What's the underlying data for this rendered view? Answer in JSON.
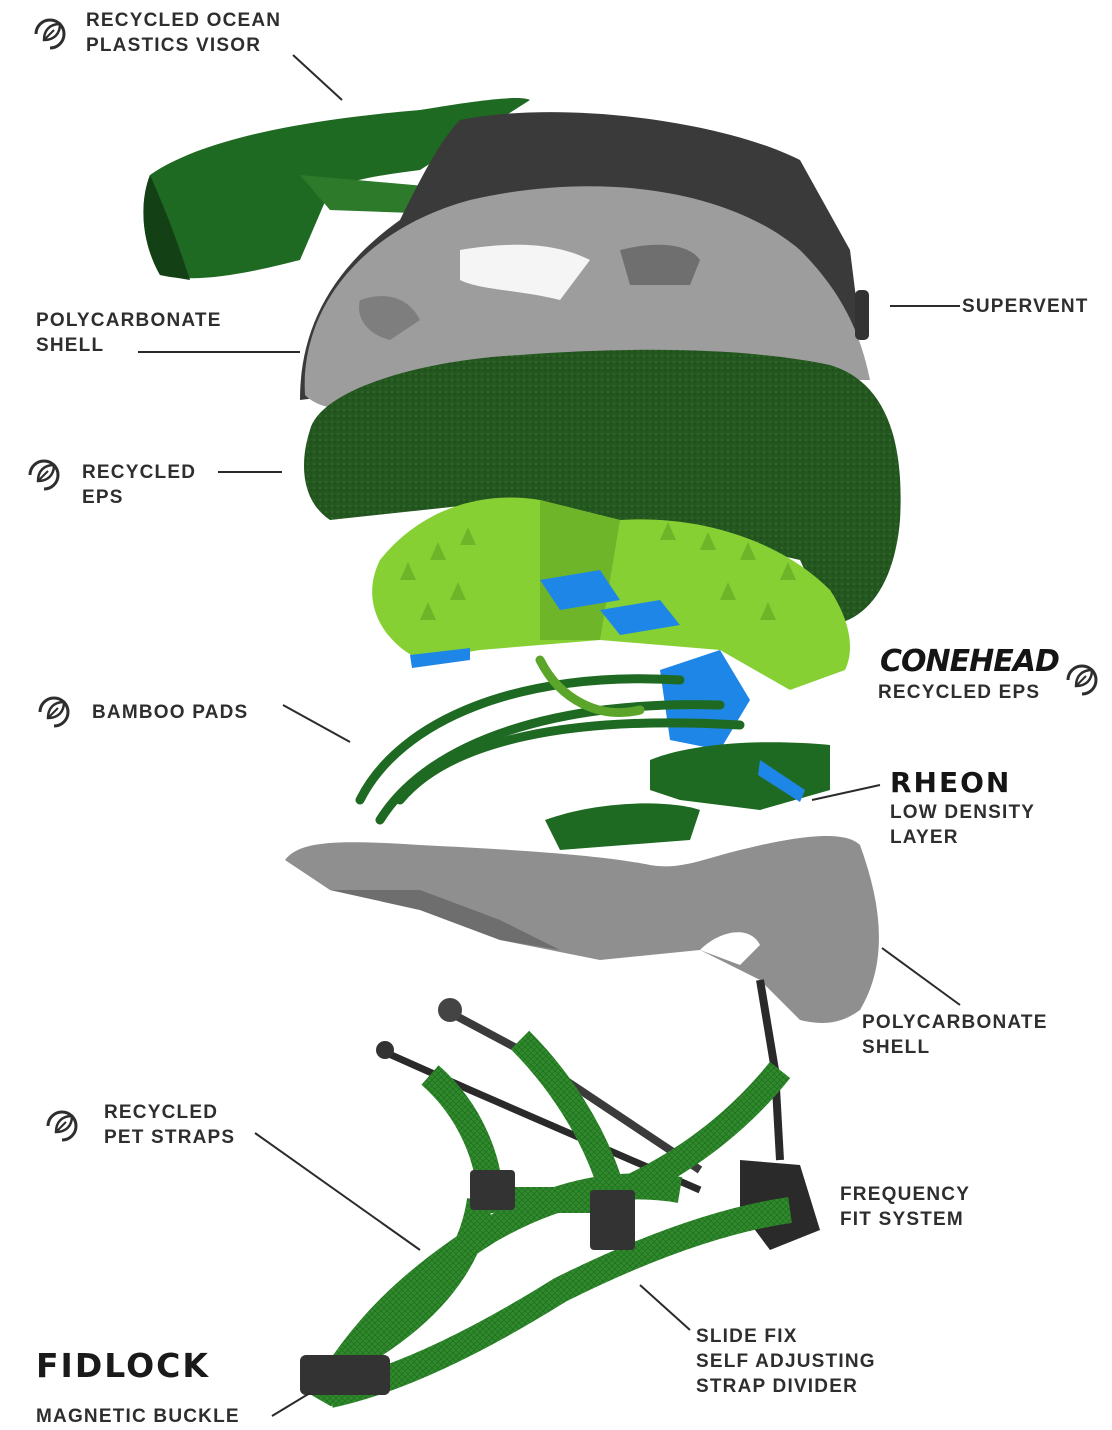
{
  "labels": {
    "visor": [
      "RECYCLED OCEAN",
      "PLASTICS VISOR"
    ],
    "shell_top": [
      "POLYCARBONATE",
      "SHELL"
    ],
    "supervent": [
      "SUPERVENT"
    ],
    "eps": [
      "RECYCLED",
      "EPS"
    ],
    "bamboo": [
      "BAMBOO PADS"
    ],
    "conehead_sub": [
      "RECYCLED EPS"
    ],
    "rheon_sub": [
      "LOW DENSITY",
      "LAYER"
    ],
    "shell_bottom": [
      "POLYCARBONATE",
      "SHELL"
    ],
    "straps": [
      "RECYCLED",
      "PET STRAPS"
    ],
    "fit": [
      "FREQUENCY",
      "FIT SYSTEM"
    ],
    "slide": [
      "SLIDE FIX",
      "SELF ADJUSTING",
      "STRAP DIVIDER"
    ],
    "buckle": [
      "MAGNETIC BUCKLE"
    ]
  },
  "brands": {
    "conehead": "CONEHEAD",
    "rheon": "RHEON",
    "fidlock": "FIDLOCK"
  },
  "icons": {
    "eco": "recycled-leaf-icon"
  },
  "colors": {
    "dark_green": "#1f5a1f",
    "mid_green": "#2f7a2b",
    "lime": "#8fd63a",
    "grey": "#9a9a9a",
    "blue": "#1e86e6",
    "text": "#2e2e2e"
  }
}
